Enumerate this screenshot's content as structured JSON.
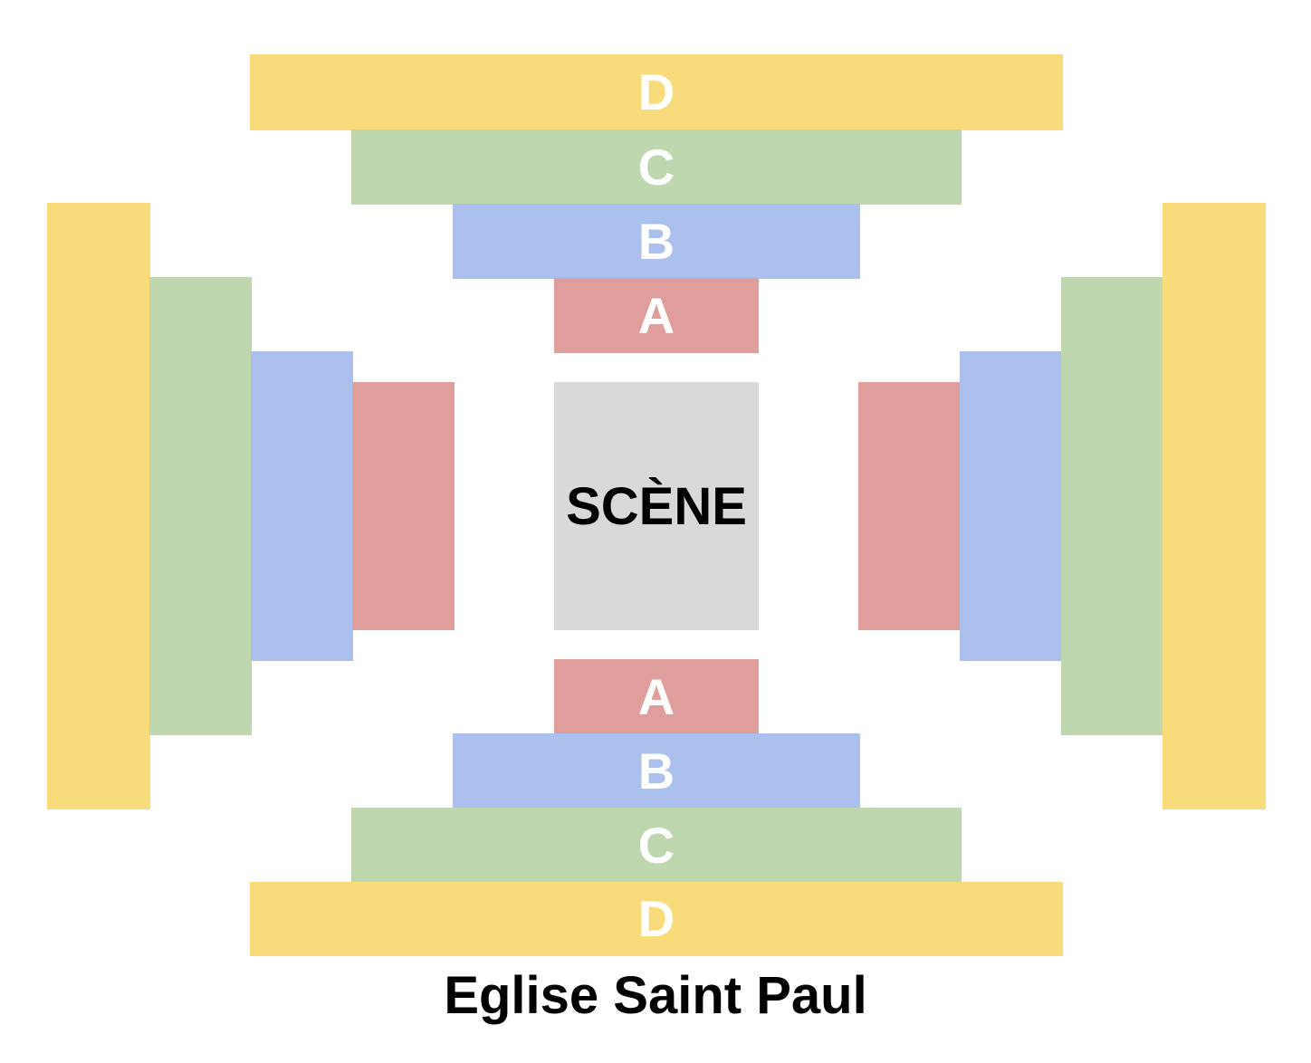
{
  "colors": {
    "A": "#df9e9c",
    "B": "#abc0ec",
    "C": "#bfd7ae",
    "D": "#f8dc7b",
    "stage": "#d9d9d9"
  },
  "top": {
    "D": "D",
    "C": "C",
    "B": "B",
    "A": "A"
  },
  "bottom": {
    "A": "A",
    "B": "B",
    "C": "C",
    "D": "D"
  },
  "stage": {
    "label": "SCÈNE"
  },
  "venue": {
    "name": "Eglise Saint Paul"
  }
}
